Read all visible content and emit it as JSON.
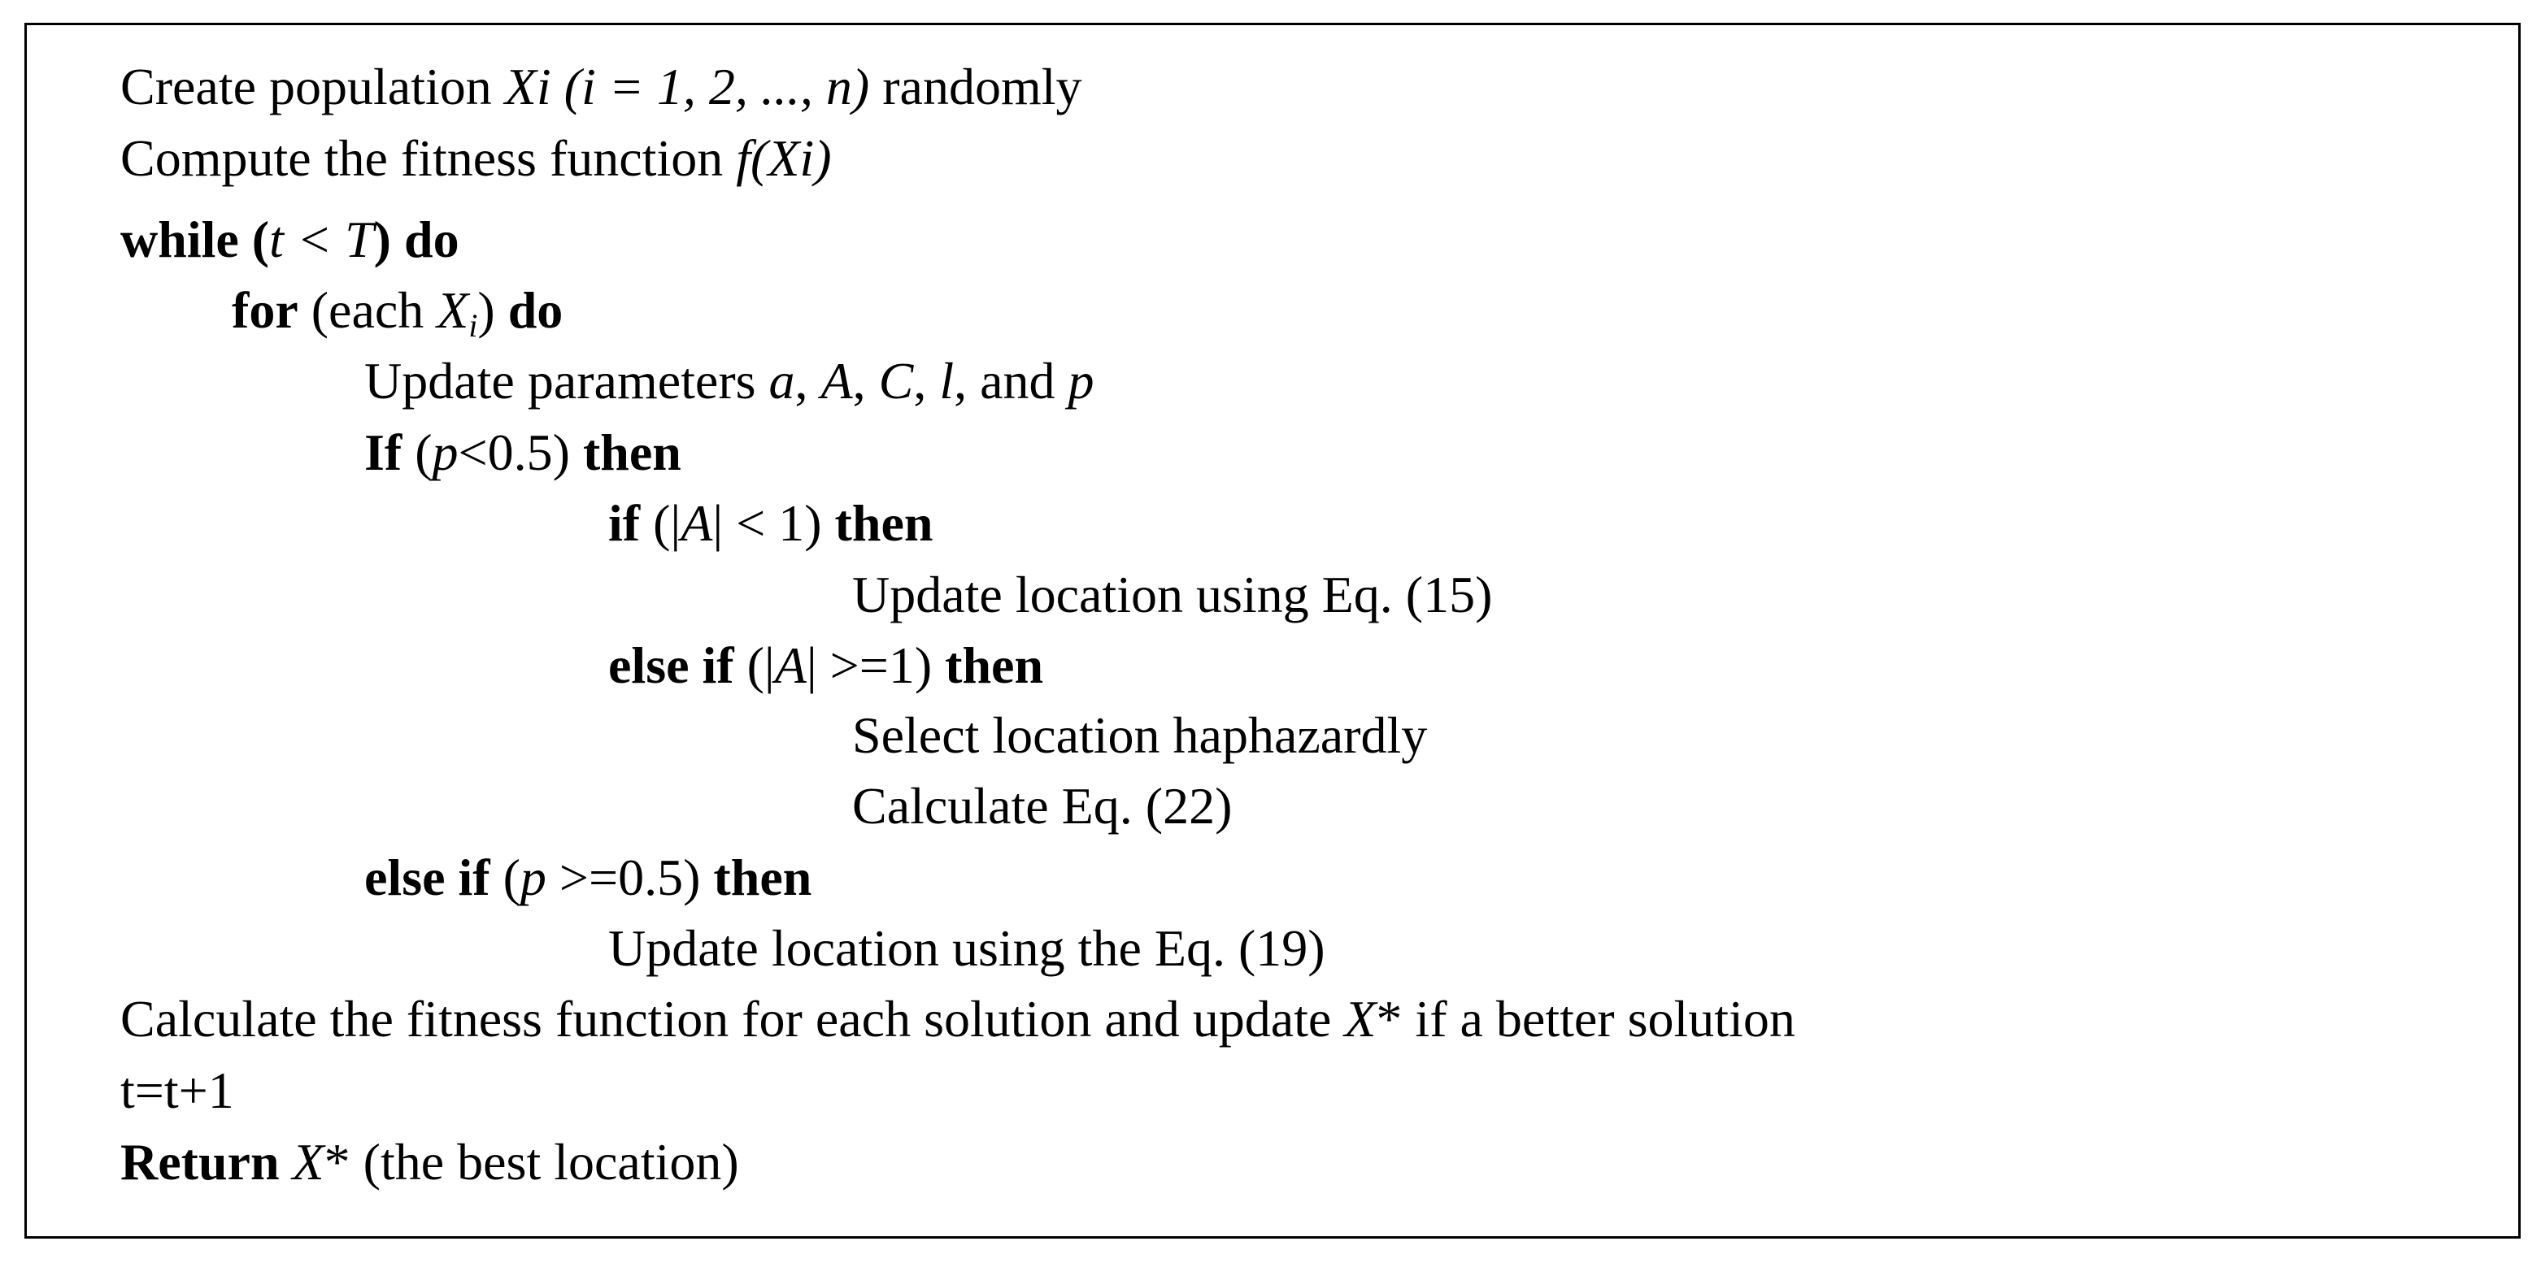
{
  "algorithm": {
    "l1": {
      "a": "Create population ",
      "b": "Xi",
      "c": " (i = 1, 2, ..., n)",
      "d": " randomly"
    },
    "l2": {
      "a": "Compute the fitness function ",
      "b": "f(Xi)"
    },
    "l3": {
      "a": "while (",
      "b": "t < T",
      "c": ")",
      "d": " do"
    },
    "l4": {
      "a": "for",
      "b": " (each ",
      "c": "X",
      "d": "i",
      "e": ") ",
      "f": "do"
    },
    "l5": {
      "a": "Update parameters ",
      "b": "a",
      "c": ", ",
      "d": "A",
      "e": ", ",
      "f": "C",
      "g": ", ",
      "h": "l",
      "i": ", and ",
      "j": "p"
    },
    "l6": {
      "a": "If",
      "b": " (",
      "c": "p",
      "d": "<0.5) ",
      "e": "then"
    },
    "l7": {
      "a": "if",
      "b": " (|",
      "c": "A",
      "d": "| < 1) ",
      "e": "then"
    },
    "l8": {
      "a": "Update location using Eq. (15)"
    },
    "l9": {
      "a": "else if",
      "b": " (|",
      "c": "A",
      "d": "| >=1) ",
      "e": "then"
    },
    "l10": {
      "a": "Select location haphazardly"
    },
    "l11": {
      "a": "Calculate Eq. (22)"
    },
    "l12": {
      "a": "else if",
      "b": " (",
      "c": "p",
      "d": " >=0.5) ",
      "e": "then"
    },
    "l13": {
      "a": "Update location using the Eq. (19)"
    },
    "l14": {
      "a": "Calculate the fitness function for each solution and update ",
      "b": "X",
      "c": "* if a better solution"
    },
    "l15": {
      "a": "t=t+1"
    },
    "l16": {
      "a": "Return",
      "b": " X",
      "c": "* (the best location)"
    }
  }
}
